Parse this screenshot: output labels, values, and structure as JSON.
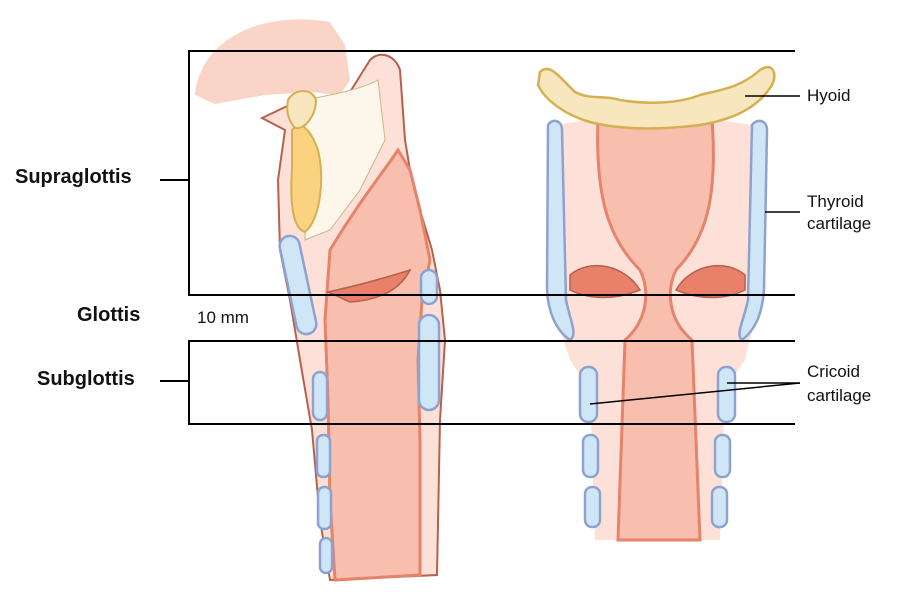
{
  "regions": {
    "supraglottis": "Supraglottis",
    "glottis": "Glottis",
    "subglottis": "Subglottis",
    "scale": "10 mm"
  },
  "structures": {
    "hyoid": "Hyoid",
    "thyroid_line1": "Thyroid",
    "thyroid_line2": "cartilage",
    "cricoid_line1": "Cricoid",
    "cricoid_line2": "cartilage"
  },
  "colors": {
    "tissue": "#f9bfae",
    "tissue_dark": "#f28a70",
    "outline": "#b5614c",
    "cartilage": "#cfe6f7",
    "cartilage_outline": "#8fa2cf",
    "hyoid": "#f8e6bf",
    "epiglottis": "#fbd27f"
  }
}
